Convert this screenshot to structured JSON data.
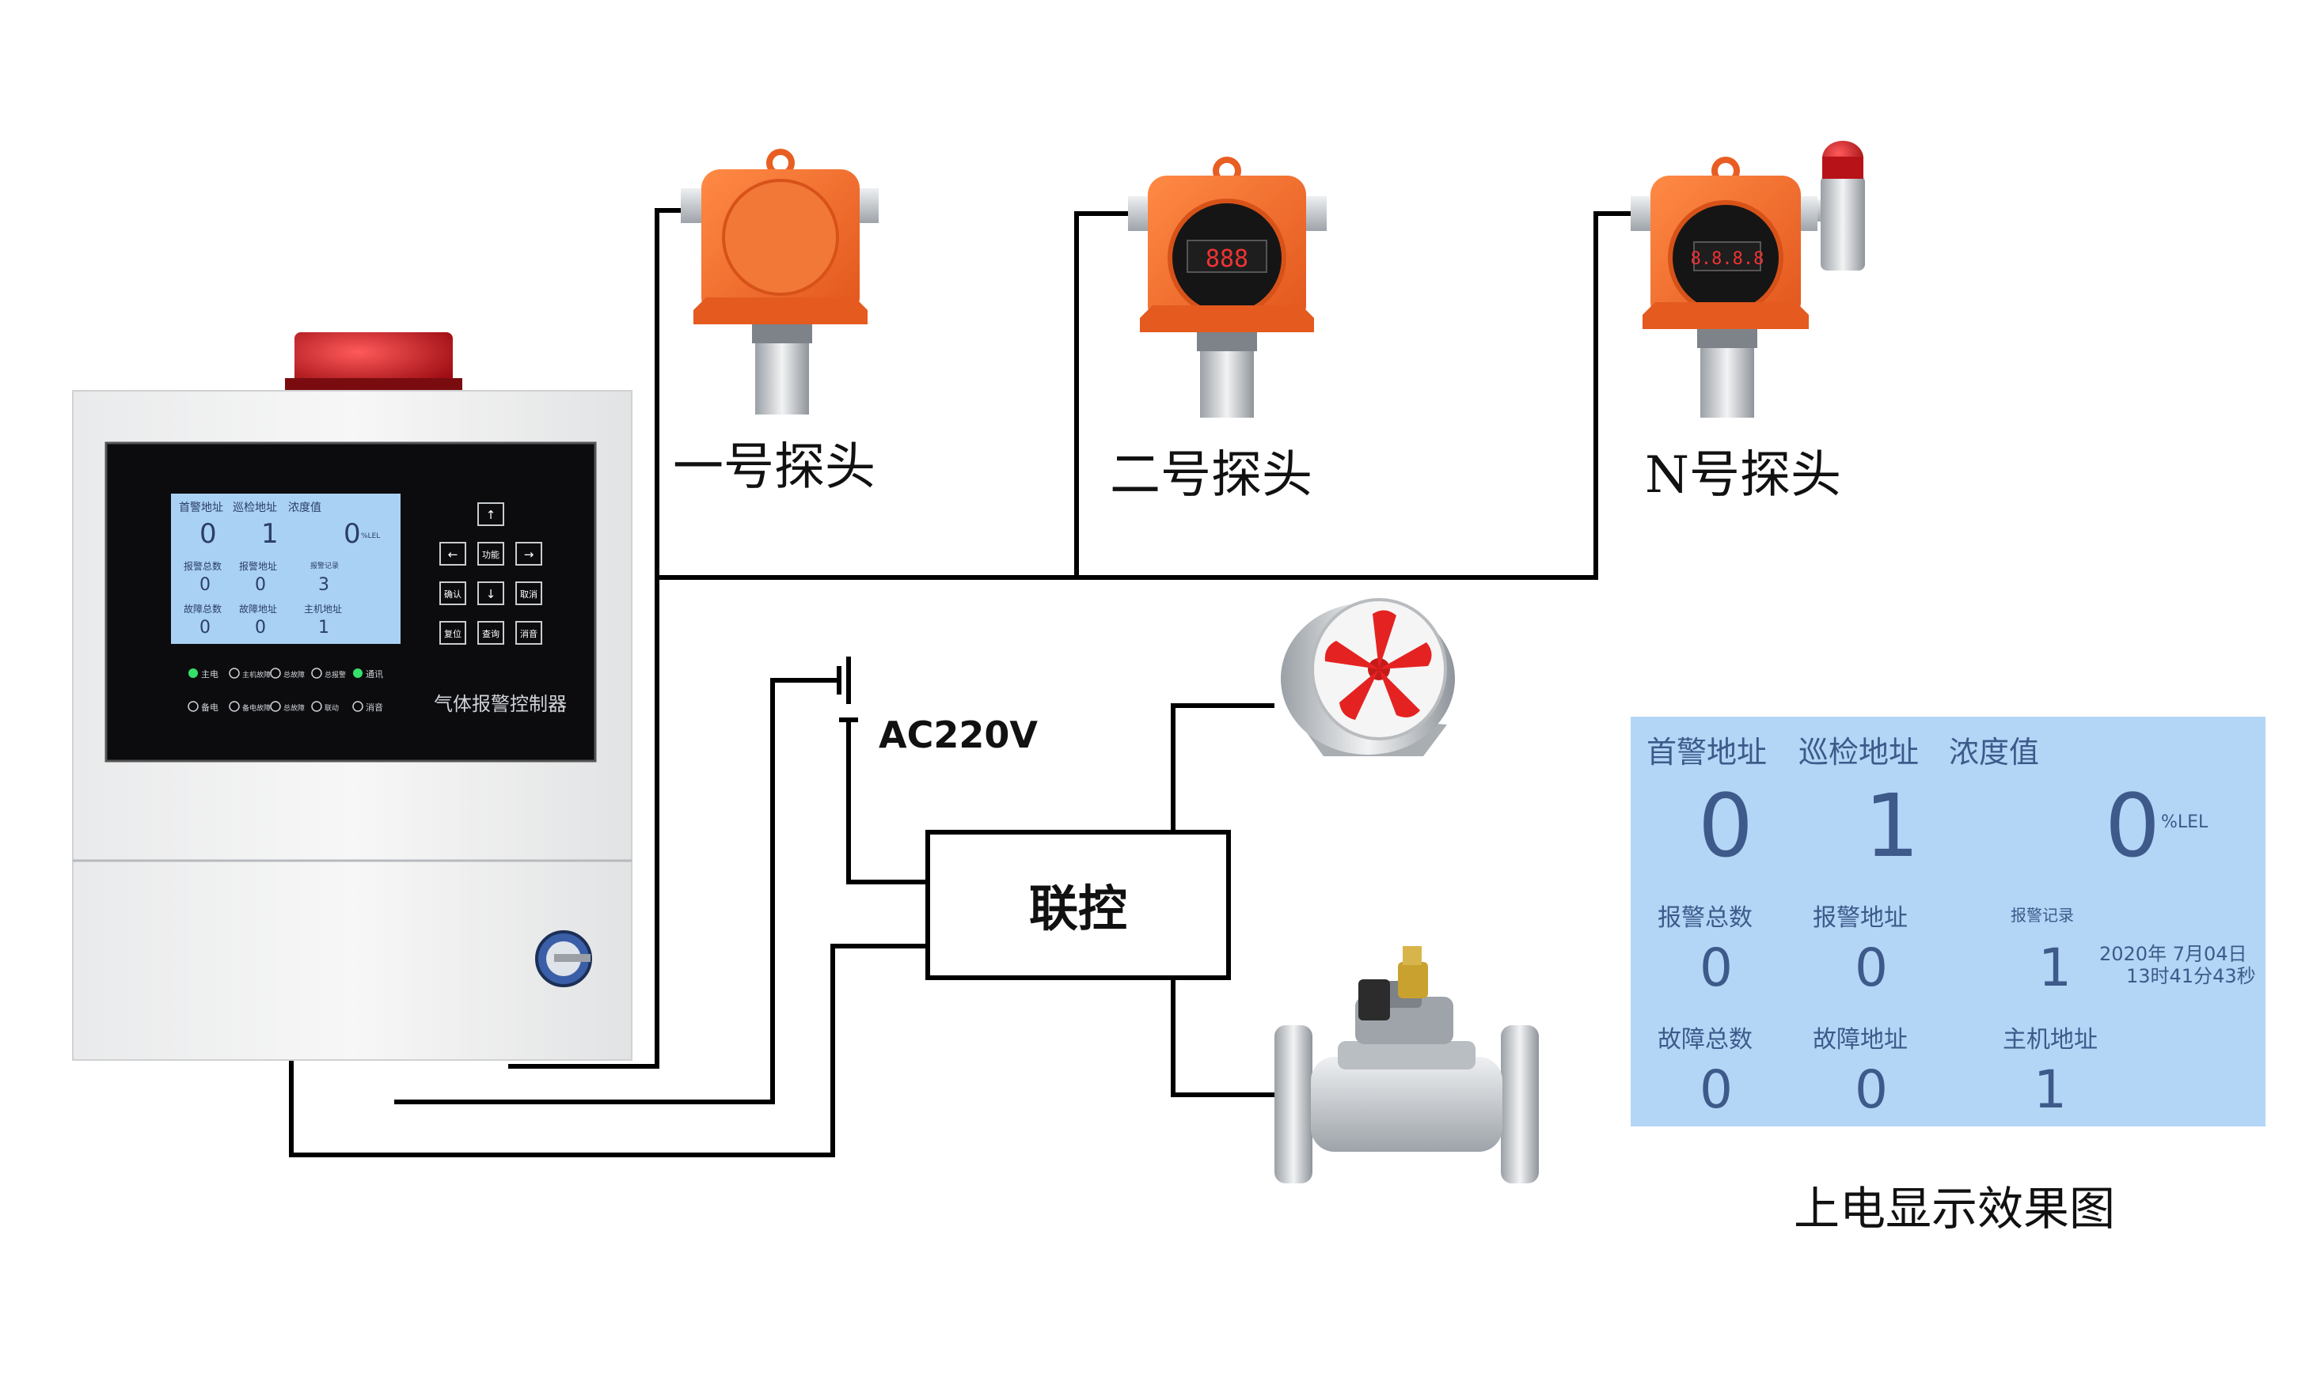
{
  "probes": [
    {
      "label": "一号探头",
      "display": ""
    },
    {
      "label": "二号探头",
      "display": "888"
    },
    {
      "label": "N号探头",
      "display": "8.8.8.8"
    }
  ],
  "power": {
    "label": "AC220V"
  },
  "linkage": {
    "label": "联控"
  },
  "controller": {
    "panel_name": "气体报警控制器",
    "lcd": {
      "first_alarm_addr_label": "首警地址",
      "patrol_addr_label": "巡检地址",
      "concentration_label": "浓度值",
      "first_alarm_addr": "0",
      "patrol_addr": "1",
      "concentration": "0",
      "unit": "%LEL",
      "alarm_total_label": "报警总数",
      "alarm_addr_label": "报警地址",
      "alarm_record_label": "报警记录",
      "alarm_total": "0",
      "alarm_addr": "0",
      "alarm_record": "3",
      "fault_total_label": "故障总数",
      "fault_addr_label": "故障地址",
      "host_addr_label": "主机地址",
      "fault_total": "0",
      "fault_addr": "0",
      "host_addr": "1"
    },
    "keys": [
      "↑",
      "←",
      "功能",
      "→",
      "确认",
      "↓",
      "取消",
      "复位",
      "查询",
      "消音"
    ],
    "leds_row1": [
      "主电",
      "主机故障",
      "总故障",
      "总报警",
      "通讯"
    ],
    "leds_row2": [
      "备电",
      "备电故障",
      "总故障",
      "联动",
      "消音"
    ]
  },
  "lcd_zoom": {
    "first_alarm_addr_label": "首警地址",
    "patrol_addr_label": "巡检地址",
    "concentration_label": "浓度值",
    "first_alarm_addr": "0",
    "patrol_addr": "1",
    "concentration": "0",
    "unit": "%LEL",
    "alarm_total_label": "报警总数",
    "alarm_addr_label": "报警地址",
    "alarm_record_label": "报警记录",
    "alarm_total": "0",
    "alarm_addr": "0",
    "alarm_record": "1",
    "datetime_line1": "2020年  7月04日",
    "datetime_line2": "13时41分43秒",
    "fault_total_label": "故障总数",
    "fault_addr_label": "故障地址",
    "host_addr_label": "主机地址",
    "fault_total": "0",
    "fault_addr": "0",
    "host_addr": "1",
    "caption": "上电显示效果图"
  },
  "colors": {
    "probe_orange": "#f06a2e",
    "lcd_blue": "#b3d6f6",
    "wire": "#000000",
    "alarm_red": "#c2141c"
  }
}
